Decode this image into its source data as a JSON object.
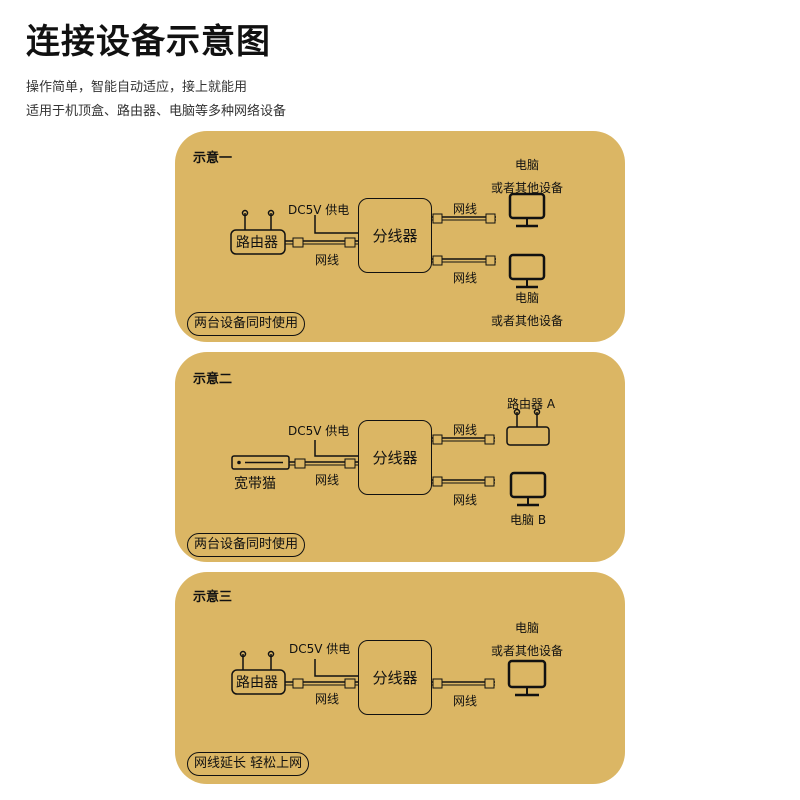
{
  "header": {
    "title": "连接设备示意图",
    "line1": "操作简单，智能自动适应，接上就能用",
    "line2": "适用于机顶盒、路由器、电脑等多种网络设备"
  },
  "panel1": {
    "title": "示意一",
    "router": "路由器",
    "power": "DC5V 供电",
    "cable_in": "网线",
    "splitter": "分线器",
    "cable_out_top": "网线",
    "cable_out_bottom": "网线",
    "device_top_line1": "电脑",
    "device_top_line2": "或者其他设备",
    "device_bottom_line1": "电脑",
    "device_bottom_line2": "或者其他设备",
    "pill": "两台设备同时使用"
  },
  "panel2": {
    "title": "示意二",
    "modem": "宽带猫",
    "power": "DC5V 供电",
    "cable_in": "网线",
    "splitter": "分线器",
    "cable_out_top": "网线",
    "cable_out_bottom": "网线",
    "device_top": "路由器 A",
    "device_bottom": "电脑 B",
    "pill": "两台设备同时使用"
  },
  "panel3": {
    "title": "示意三",
    "router": "路由器",
    "power": "DC5V 供电",
    "cable_in": "网线",
    "splitter": "分线器",
    "cable_out": "网线",
    "device_line1": "电脑",
    "device_line2": "或者其他设备",
    "pill": "网线延长 轻松上网"
  },
  "colors": {
    "panel": "#dbb664",
    "ink": "#111111"
  },
  "icons": [
    "router-icon",
    "modem-icon",
    "monitor-icon",
    "connector-icon"
  ]
}
